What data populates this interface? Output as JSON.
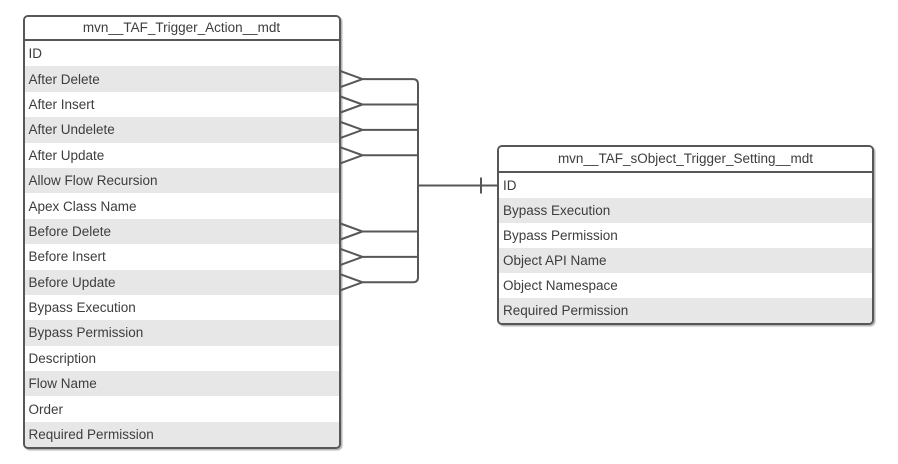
{
  "diagram": {
    "type": "entity-relationship",
    "colors": {
      "stroke": "#575757",
      "row_alt_background": "#e7e7e7",
      "row_background": "#ffffff",
      "text": "#3d3d3d",
      "canvas_background": "#ffffff"
    },
    "tables": [
      {
        "id": "trigger_action",
        "title": "mvn__TAF_Trigger_Action__mdt",
        "fields": [
          "ID",
          "After Delete",
          "After Insert",
          "After Undelete",
          "After Update",
          "Allow Flow Recursion",
          "Apex Class Name",
          "Before Delete",
          "Before Insert",
          "Before Update",
          "Bypass Execution",
          "Bypass Permission",
          "Description",
          "Flow Name",
          "Order",
          "Required Permission"
        ]
      },
      {
        "id": "sobject_trigger_setting",
        "title": "mvn__TAF_sObject_Trigger_Setting__mdt",
        "fields": [
          "ID",
          "Bypass Execution",
          "Bypass Permission",
          "Object API Name",
          "Object Namespace",
          "Required Permission"
        ]
      }
    ],
    "relationships": [
      {
        "from_table": "trigger_action",
        "from_fields": [
          "After Delete",
          "After Insert",
          "After Undelete",
          "After Update",
          "Before Delete",
          "Before Insert",
          "Before Update"
        ],
        "to_table": "sobject_trigger_setting",
        "to_field": "ID",
        "from_marker": "open-arrow",
        "to_marker": "one-tick"
      }
    ]
  }
}
